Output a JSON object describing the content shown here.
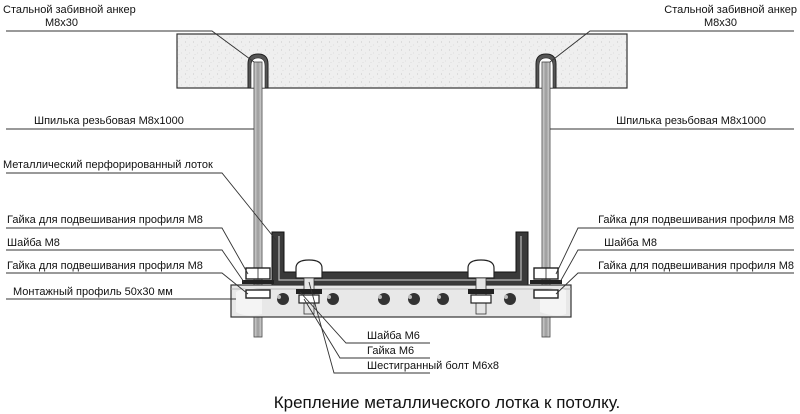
{
  "labels": {
    "anchor_left_line1": "Стальной забивной анкер",
    "anchor_left_line2": "M8x30",
    "anchor_right_line1": "Стальной забивной анкер",
    "anchor_right_line2": "M8x30",
    "stud_left": "Шпилька резьбовая М8х1000",
    "stud_right": "Шпилька резьбовая М8х1000",
    "tray": "Металлический перфорированный лоток",
    "nut_upper_left": "Гайка для подвешивания профиля М8",
    "washer_left": "Шайба М8",
    "nut_lower_left": "Гайка для подвешивания профиля М8",
    "nut_upper_right": "Гайка для подвешивания профиля М8",
    "washer_right": "Шайба М8",
    "nut_lower_right": "Гайка для подвешивания профиля М8",
    "profile": "Монтажный профиль 50х30 мм",
    "washer_m6": "Шайба М6",
    "nut_m6": "Гайка М6",
    "bolt_m6": "Шестигранный болт М6х8"
  },
  "caption": "Крепление металлического лотка к потолку.",
  "colors": {
    "ceiling_fill": "#efefef",
    "profile_fill": "#e8e8e8",
    "metal_dark": "#2b2b2b",
    "metal_mid": "#6a6a6a",
    "line": "#333333"
  }
}
